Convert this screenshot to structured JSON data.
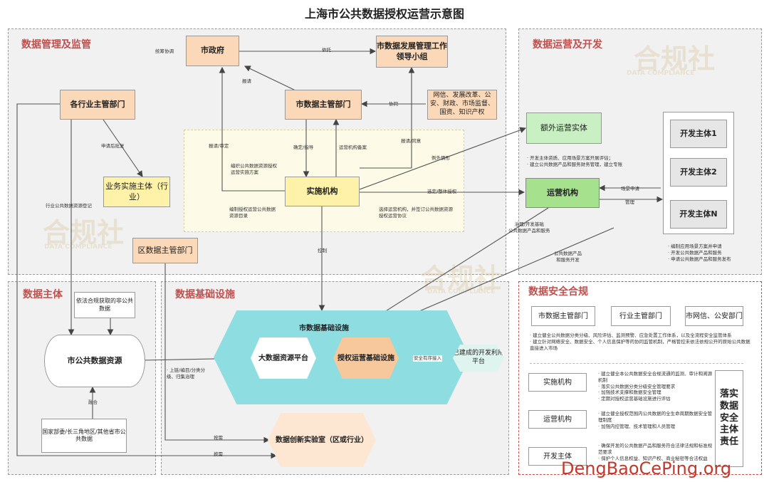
{
  "title": "上海市公共数据授权运营示意图",
  "regions": {
    "mgmt": "数据管理及监管",
    "ops": "数据运营及开发",
    "subject": "数据主体",
    "infra": "数据基础设施",
    "security": "数据安全合规"
  },
  "nodes": {
    "city_gov": "市政府",
    "leading_group": "市数据发展管理工作领导小组",
    "industry_dept": "各行业主管部门",
    "city_data_dept": "市数据主管部门",
    "depts_group": "网信、发展改革、公安、财政、市场监督、国资、知识产权",
    "business_entity": "业务实施主体（行业）",
    "impl_org": "实施机构",
    "extra_entity": "额外运营实体",
    "ops_org": "运营机构",
    "dev1": "开发主体1",
    "dev2": "开发主体2",
    "devn": "开发主体N",
    "district_dept": "区数据主管部门",
    "non_public": "依法合规获取的非公共数据",
    "public_resource": "市公共数据资源",
    "national_data": "国家部委/长三角地区/其他省市公共数据",
    "city_infra": "市数据基础设施",
    "big_data_platform": "大数据资源平台",
    "auth_infra": "授权运营基础设施",
    "built_platform": "已建成的开发利用平台",
    "lab": "数据创新实验室（区或行业）"
  },
  "labels": {
    "overall": "统筹协调",
    "entrust": "依托",
    "report": "报请",
    "coordinate": "协同",
    "apply_approve": "申请后批复",
    "report_review": "报请/审定",
    "confirm_guide": "确定/指导",
    "ops_filing": "运营机构备案",
    "report_agree": "报请/同意",
    "exception": "例外情形",
    "compile_plan": "编织公共数据资源授权运营实施方案",
    "compile_catalog": "编制授权运营公共数据资源目录",
    "select_org": "选择运营机构，并签订公共数据资源授权运营协议",
    "select_auth": "选定/整体授权",
    "dev_tasks_top": "· 开发主体资质、应用场景方案开展评估；\n· 建立公共数据产品和服务财务管理，建立专账",
    "scene_apply": "场景申请",
    "manage": "管理",
    "govern": "治理/开发基础\n公共数据产品和服务",
    "public_products": "公共数据产品\n和服务开发",
    "dev_tasks_bottom": "· 编制应用场景方案并申请\n· 开发公共数据产品和服务\n· 申请公共数据产品和服务发布",
    "industry_register": "行业公共数据资源登记",
    "control": "控制",
    "fuse": "融合",
    "aggregate": "· 上链/编目/分类分\n级、归集治理",
    "secure_access": "安全有序接入",
    "on_demand_1": "按需",
    "on_demand_2": "按需"
  },
  "security": {
    "roles": [
      "市数据主管部门",
      "行业主管部门",
      "市网信、公安部门"
    ],
    "top_text": "· 建立健全公共数据分类分级、风险评估、监测预警、应急处置工作体系，以及全流程安全监管体系\n· 建立针对网络安全、数据安全、个人信息保护等的协同监管机制，严格管控未依法依规公开的原始公共数据直接进入市场",
    "rows": [
      {
        "name": "实施机构",
        "text": "· 建立健全本公共数据安全合规流通的监测、审计和溯源机制\n· 落实公共数据分类分级安全管理要求\n· 加强技术支撑和数据安全管理\n· 定期对授权运营基础设施进行评估"
      },
      {
        "name": "运营机构",
        "text": "· 建立健全授权范围内公共数据的全生命周期数据安全管理制度\n· 加强内控管理、技术管理和人员管理"
      },
      {
        "name": "开发主体",
        "text": "· 确保开发的公共数据产品和服务符合法律法规和标准规范要求\n· 保护个人信息权益、知识产权、商业秘密等合法权益"
      }
    ],
    "responsibility": "落实数据安全主体责任"
  },
  "watermark": {
    "brand": "合规社",
    "sub": "DATA COMPLIANCE"
  },
  "footer": "DengBaoCePing.org"
}
